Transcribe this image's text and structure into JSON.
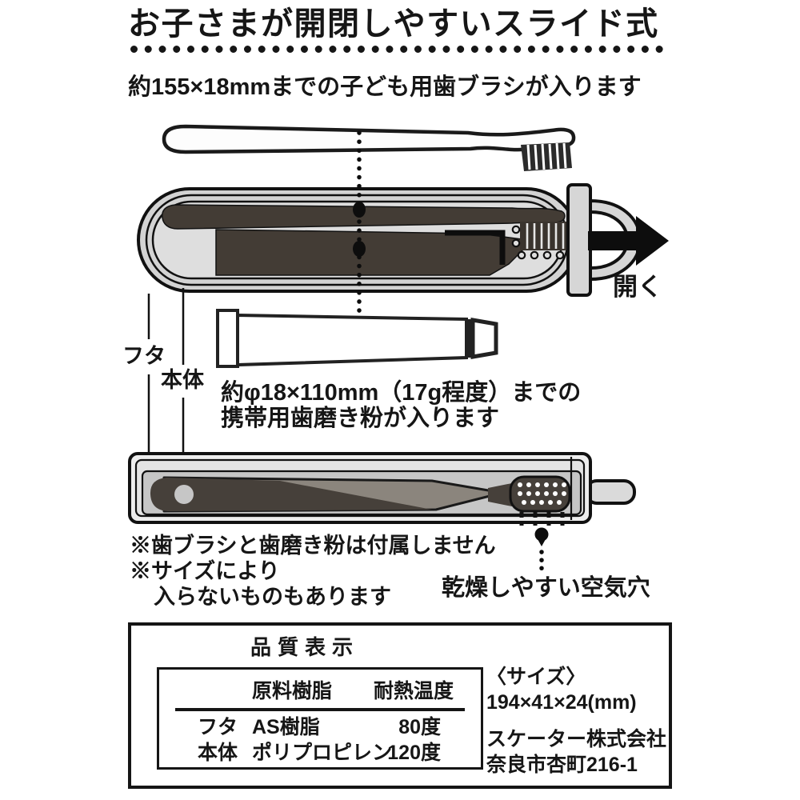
{
  "title": "お子さまが開閉しやすいスライド式",
  "subtitle": "約155×18mmまでの子ども用歯ブラシが入ります",
  "diagram": {
    "open_label": "開く",
    "lid_label": "フタ",
    "body_label": "本体",
    "toothpaste_note_line1": "約φ18×110mm（17g程度）までの",
    "toothpaste_note_line2": "携帯用歯磨き粉が入ります",
    "air_hole_label": "乾燥しやすい空気穴"
  },
  "notes": [
    "※歯ブラシと歯磨き粉は付属しません",
    "※サイズにより",
    "入らないものもあります"
  ],
  "quality": {
    "title": "品質表示",
    "col_material": "原料樹脂",
    "col_heat": "耐熱温度",
    "rows": [
      {
        "part": "フタ",
        "material": "AS樹脂",
        "heat": "80度"
      },
      {
        "part": "本体",
        "material": "ポリプロピレン",
        "heat": "120度"
      }
    ],
    "size_label": "〈サイズ〉",
    "size_value": "194×41×24(mm)",
    "company": "スケーター株式会社",
    "address": "奈良市杏町216-1"
  },
  "colors": {
    "ink": "#161616",
    "case_fill": "#d3d3d3",
    "cavity_fill": "#dedede",
    "silhouette": "#433c35",
    "closed_brush_gray": "#8b857d"
  }
}
